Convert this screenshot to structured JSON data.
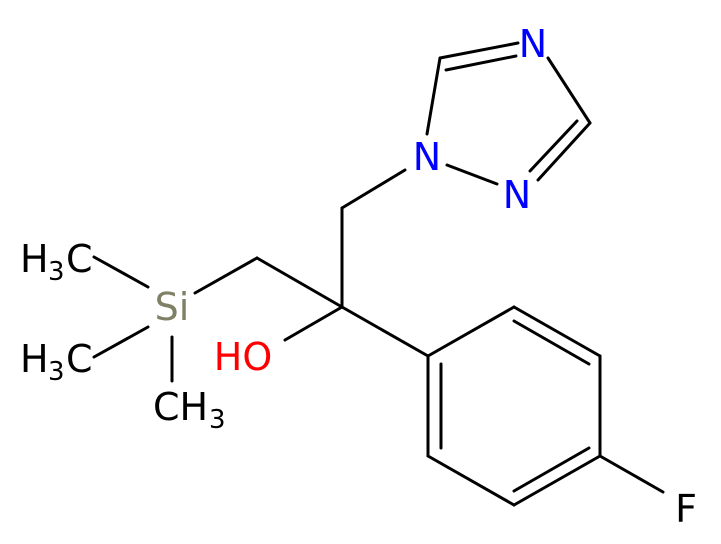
{
  "molecule": {
    "colors": {
      "bond": "#000000",
      "nitrogen": "#0000ff",
      "oxygen": "#ff0000",
      "fluorine": "#000000",
      "silicon": "#808066",
      "carbon_label": "#000000"
    },
    "labels": {
      "n_top": "N",
      "n_attached": "N",
      "n_bottom": "N",
      "silicon": "Si",
      "hydroxyl": "HO",
      "fluorine": "F",
      "methyl_1_h": "H",
      "methyl_1_sub": "3",
      "methyl_1_c": "C",
      "methyl_2_h": "H",
      "methyl_2_sub": "3",
      "methyl_2_c": "C",
      "methyl_3_ch": "CH",
      "methyl_3_sub": "3"
    }
  }
}
